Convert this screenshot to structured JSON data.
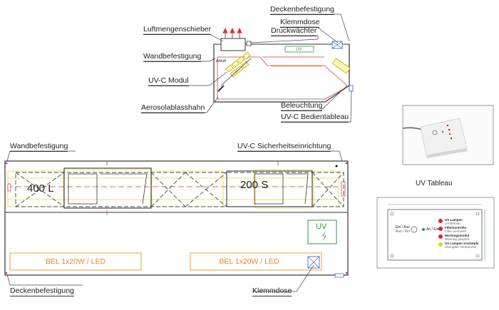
{
  "side_view": {
    "labels": {
      "deckenbefestigung": "Deckenbefestigung",
      "klemmdose": "Klemmdose",
      "luftmengenschieber": "Luftmengenschieber",
      "druckwaechter": "Druckwächter",
      "wandbefestigung": "Wandbefestigung",
      "uvc_modul": "UV-C Modul",
      "aerosolablasshahn": "Aerosolablasshahn",
      "beleuchtung": "Beleuchtung",
      "uvc_bedientableau": "UV-C Bedientableau",
      "abluft": "Abluft",
      "uv": "UV"
    }
  },
  "plan_view": {
    "labels": {
      "wandbefestigung": "Wandbefestigung",
      "uvc_sicherheitseinrichtung": "UV-C Sicherheitseinrichtung",
      "deckenbefestigung": "Deckenbefestigung",
      "klemmdose": "Klemmdose"
    },
    "unit_left": "400 L",
    "unit_right": "200 S",
    "uv_symbol": "UV",
    "lights": [
      "BEL 1x20W / LED",
      "BEL 1x20W / LED"
    ]
  },
  "tableau": {
    "caption": "UV Tableau",
    "drawing": {
      "ein_aus": "Ein / Aus",
      "aus_ein": "Aus / Ein",
      "an": "An / Ein",
      "items": [
        {
          "color": "#d9232a",
          "text": "UV Lampen",
          "sub": "UV-Betrieb"
        },
        {
          "color": "#d9232a",
          "text": "Filterkontrolle",
          "sub": "Filter wechseln"
        },
        {
          "color": "#d9232a",
          "text": "Wartungsmodul",
          "sub": "Wartung gesperrt"
        },
        {
          "color": "#e8d21c",
          "text": "UV Lampen erschöpfe",
          "sub": "Übergabe Verbrauche"
        }
      ]
    }
  }
}
